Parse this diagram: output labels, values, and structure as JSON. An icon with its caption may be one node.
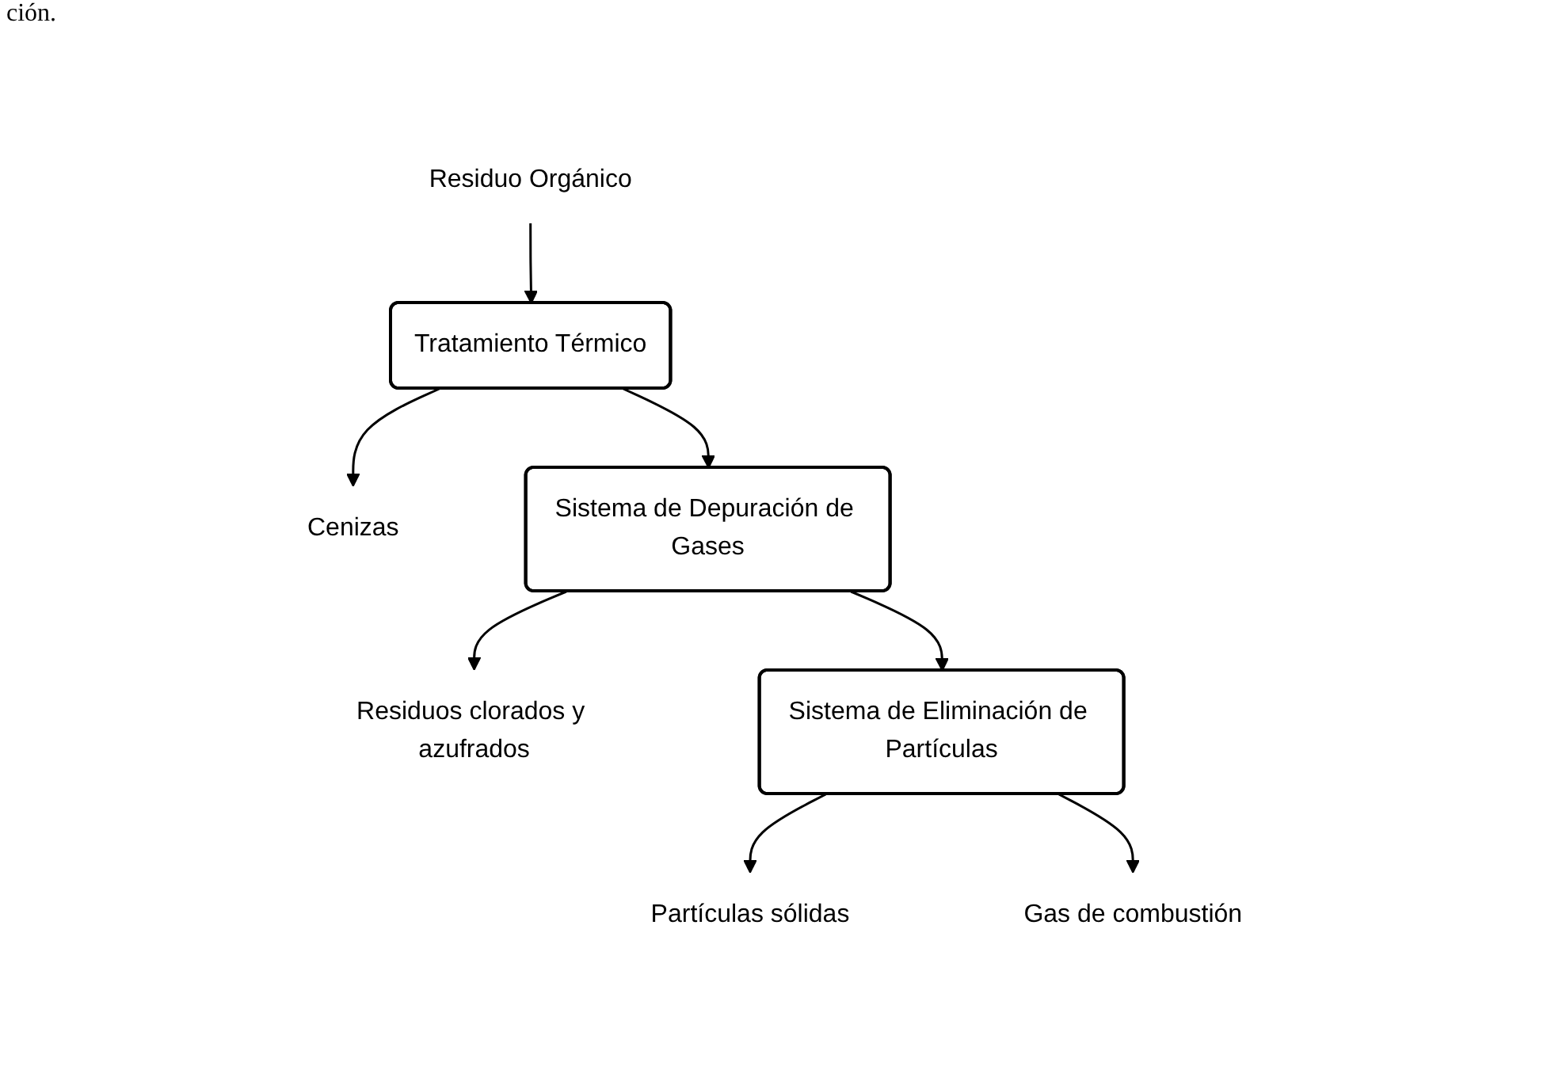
{
  "diagram": {
    "nodes": [
      {
        "text": [
          "Residuo Orgánico"
        ]
      },
      {
        "text": [
          "Tratamiento Térmico"
        ]
      },
      {
        "text": [
          "Cenizas"
        ]
      },
      {
        "text": [
          "Sistema de Depuración de Gases"
        ]
      },
      {
        "text": [
          "Residuos clorados y azufrados"
        ]
      },
      {
        "text": [
          "Sistema de Eliminación de Partículas"
        ]
      },
      {
        "text": [
          "Partículas sólidas"
        ]
      },
      {
        "text": [
          "Gas de combustión"
        ]
      }
    ],
    "edges": [
      {
        "from": 0,
        "to": 1,
        "arrow": "to"
      },
      {
        "from": 1,
        "to": 2,
        "arrow": "to"
      },
      {
        "from": 1,
        "to": 3,
        "arrow": "to"
      },
      {
        "from": 3,
        "to": 4,
        "arrow": "to"
      },
      {
        "from": 3,
        "to": 5,
        "arrow": "to"
      },
      {
        "from": 5,
        "to": 6,
        "arrow": "to"
      },
      {
        "from": 5,
        "to": 7,
        "arrow": "to"
      }
    ],
    "labels": [
      "ción."
    ]
  }
}
